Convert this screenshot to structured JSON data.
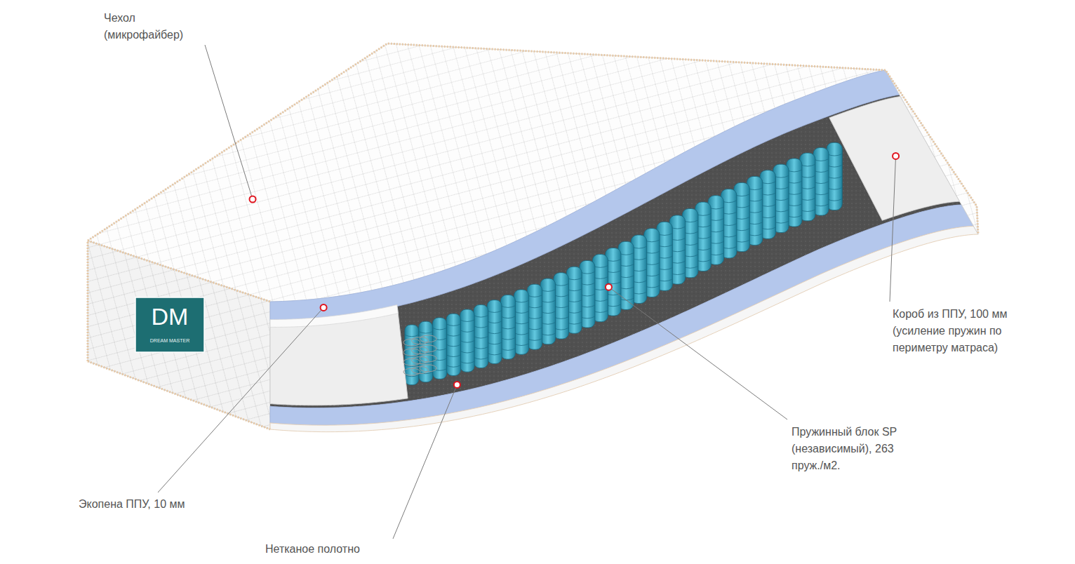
{
  "diagram": {
    "labels": [
      "Чехол (микрофайбер)",
      "Экопена ППУ, 10 мм",
      "Нетканое полотно",
      "Пружинный блок SP (независимый), 263 пруж./м2.",
      "Короб из ППУ, 100 мм (усиление пружин по периметру матраса)",
      "DM",
      "DREAM MASTER"
    ]
  }
}
